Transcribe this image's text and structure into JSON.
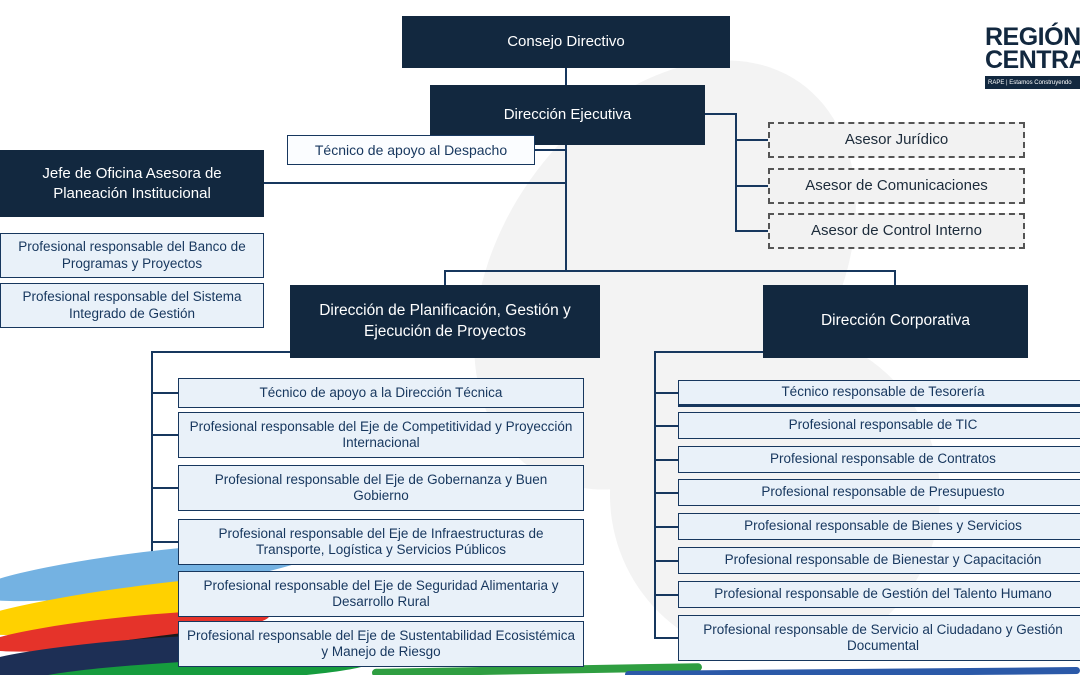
{
  "colors": {
    "navy": "#12283f",
    "light_box_bg": "#e9f1f9",
    "box_border": "#17375e",
    "connector": "#17375e",
    "dashed_box_bg": "#f2f2f2",
    "stroke_blue": "#74b2e2",
    "stroke_yellow": "#ffd100",
    "stroke_red": "#e5332a",
    "stroke_navy": "#1d2f55",
    "stroke_green": "#169c3e",
    "strip_green": "#2f9e41",
    "strip_blue": "#2b59a8"
  },
  "logo": {
    "line1": "REGIÓN",
    "line2": "CENTRAL",
    "tagline": "RAPE | Estamos Construyendo"
  },
  "org": {
    "consejo_directivo": "Consejo Directivo",
    "direccion_ejecutiva": "Dirección Ejecutiva",
    "tecnico_despacho": "Técnico de apoyo al Despacho",
    "jefe_oficina": "Jefe de Oficina Asesora de Planeación Institucional",
    "oficina_children": [
      "Profesional responsable del Banco de Programas y Proyectos",
      "Profesional responsable del Sistema Integrado de Gestión"
    ],
    "asesores": [
      "Asesor Jurídico",
      "Asesor de Comunicaciones",
      "Asesor de Control Interno"
    ],
    "direccion_planificacion": "Dirección de Planificación, Gestión y Ejecución de Proyectos",
    "planificacion_children": [
      "Técnico de apoyo a la Dirección Técnica",
      "Profesional responsable del Eje de Competitividad y Proyección Internacional",
      "Profesional responsable del Eje de Gobernanza y Buen Gobierno",
      "Profesional responsable del Eje de Infraestructuras de Transporte, Logística y Servicios Públicos",
      "Profesional responsable del Eje de Seguridad Alimentaria y Desarrollo Rural",
      "Profesional responsable del Eje de Sustentabilidad Ecosistémica y Manejo de Riesgo"
    ],
    "direccion_corporativa": "Dirección Corporativa",
    "corporativa_children": [
      "Técnico responsable de Tesorería",
      "Profesional responsable de TIC",
      "Profesional responsable de Contratos",
      "Profesional responsable de Presupuesto",
      "Profesional responsable de Bienes y Servicios",
      "Profesional responsable de Bienestar y Capacitación",
      "Profesional responsable de Gestión del Talento Humano",
      "Profesional responsable de Servicio al Ciudadano y Gestión Documental"
    ]
  }
}
